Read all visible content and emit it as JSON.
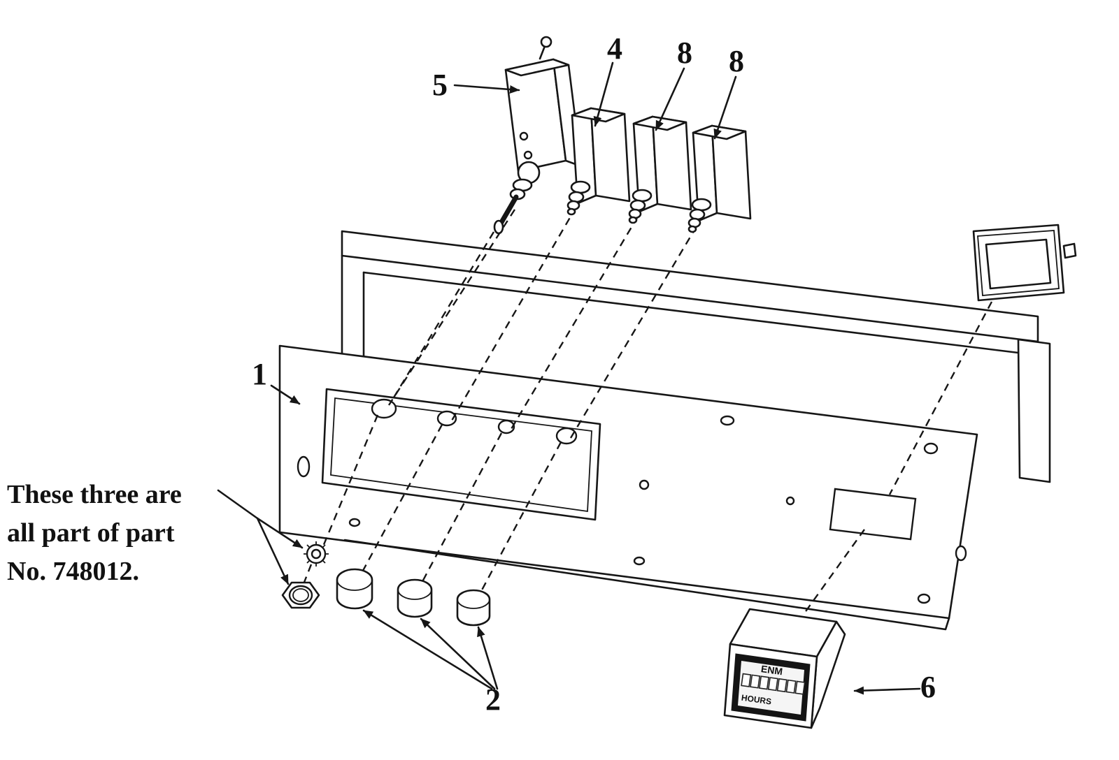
{
  "diagram": {
    "background_color": "#ffffff",
    "line_color": "#161616",
    "labels": {
      "panel": "1",
      "buttons": "2",
      "breaker_main": "4",
      "toggle_switch": "5",
      "hour_meter": "6",
      "breaker_aux1": "8",
      "breaker_aux2": "8"
    },
    "note": {
      "line1": "These three are",
      "line2": "all part of part",
      "line3": "No. 748012."
    },
    "meter": {
      "brand": "ENM",
      "unit": "HOURS"
    }
  }
}
